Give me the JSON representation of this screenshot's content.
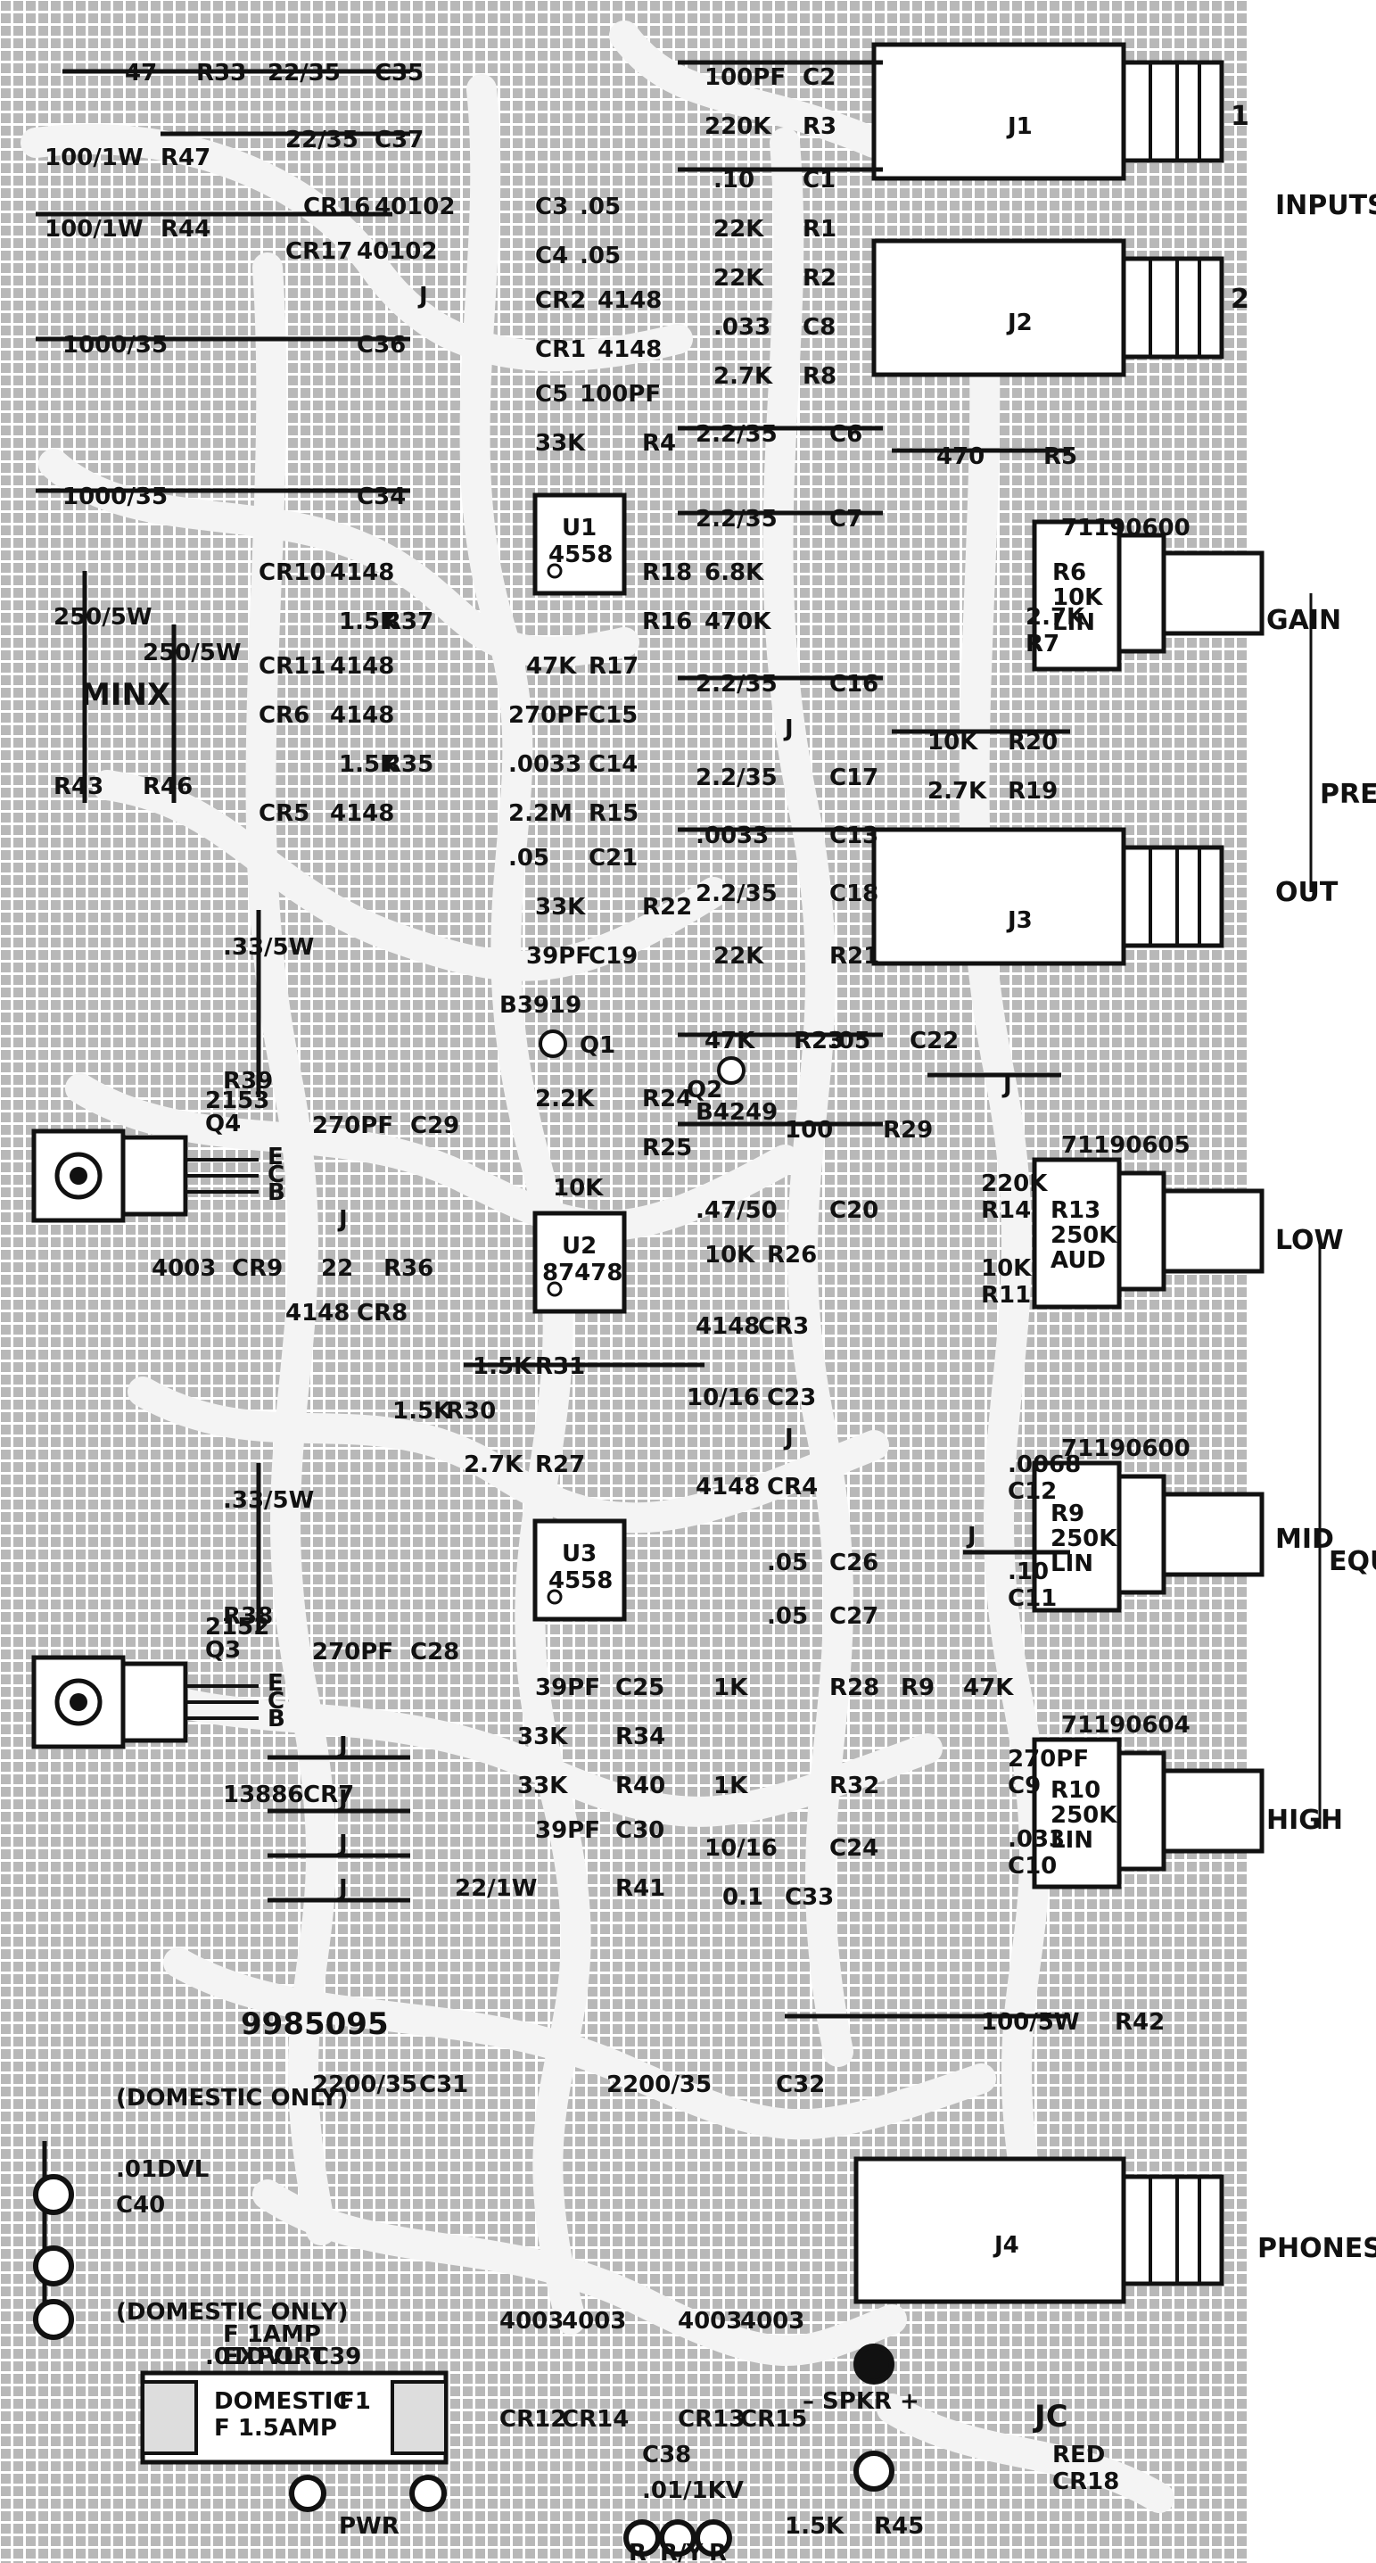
{
  "board": {
    "colors": {
      "paper": "#ffffff",
      "copper": "#b8b8b8",
      "ink": "#111111",
      "trace": "#f4f4f4"
    },
    "watermark": "MINX",
    "board_number": "9985095",
    "initials": "JC"
  },
  "sidebar": {
    "inputs": "INPUTS",
    "jack_1": "1",
    "jack_2": "2",
    "gain": "GAIN",
    "out": "OUT",
    "preamp": "PREAMP",
    "low": "LOW",
    "mid": "MID",
    "high": "HIGH",
    "equalization": "EQUALIZATION",
    "phones": "PHONES"
  },
  "jacks": [
    {
      "ref": "J1"
    },
    {
      "ref": "J2"
    },
    {
      "ref": "J3"
    },
    {
      "ref": "J4"
    }
  ],
  "pots": [
    {
      "ref": "R6",
      "value": "10K",
      "taper": "LIN",
      "part": "71190600"
    },
    {
      "ref": "R13",
      "value": "250K",
      "taper": "AUD",
      "part": "71190605"
    },
    {
      "ref": "R9",
      "value": "250K",
      "taper": "LIN",
      "part": "71190600"
    },
    {
      "ref": "R10",
      "value": "250K",
      "taper": "LIN",
      "part": "71190604"
    }
  ],
  "ics": [
    {
      "ref": "U1",
      "part": "4558"
    },
    {
      "ref": "U2",
      "part": "87478"
    },
    {
      "ref": "U3",
      "part": "4558"
    }
  ],
  "transistors": [
    {
      "ref": "Q4",
      "part": "2153"
    },
    {
      "ref": "Q3",
      "part": "2152"
    },
    {
      "ref": "Q1",
      "part": "B3919"
    },
    {
      "ref": "Q2",
      "part": "B4249"
    }
  ],
  "labels": {
    "c35": "C35",
    "c35v": "22/35",
    "r33": "R33",
    "r33v": "47",
    "c37": "C37",
    "c37v": "22/35",
    "r47": "R47",
    "r47v": "100/1W",
    "r44": "R44",
    "r44v": "100/1W",
    "cr16": "CR16",
    "cr16v": "40102",
    "cr17": "CR17",
    "cr17v": "40102",
    "c36": "C36",
    "c36v": "1000/35",
    "c34": "C34",
    "c34v": "1000/35",
    "r43": "R43",
    "r43v": "250/5W",
    "r46": "R46",
    "r46v": "250/5W",
    "cr10": "CR10",
    "cr10v": "4148",
    "cr11": "CR11",
    "cr11v": "4148",
    "cr6": "CR6",
    "cr6v": "4148",
    "cr5": "CR5",
    "cr5v": "4148",
    "r37": "R37",
    "r37v": "1.5K",
    "r35": "R35",
    "r35v": "1.5K",
    "r39": "R39",
    "r39v": ".33/5W",
    "r38": "R38",
    "r38v": ".33/5W",
    "c3": "C3",
    "c3v": ".05",
    "c4": "C4",
    "c4v": ".05",
    "cr2": "CR2",
    "cr2v": "4148",
    "cr1": "CR1",
    "cr1v": "4148",
    "c5": "C5",
    "c5v": "100PF",
    "r4": "R4",
    "r4v": "33K",
    "r18": "R18",
    "r18v": "6.8K",
    "r16": "R16",
    "r16v": "470K",
    "r17": "R17",
    "r17v": "47K",
    "c15": "C15",
    "c15v": "270PF",
    "c14": "C14",
    "c14v": ".0033",
    "r15": "R15",
    "r15v": "2.2M",
    "c21": "C21",
    "c21v": ".05",
    "r22": "R22",
    "r22v": "33K",
    "c19": "C19",
    "c19v": "39PF",
    "c2": "C2",
    "c2v": "100PF",
    "r3": "R3",
    "r3v": "220K",
    "c1": "C1",
    "c1v": ".10",
    "r1": "R1",
    "r1v": "22K",
    "r2": "R2",
    "r2v": "22K",
    "c8": "C8",
    "c8v": ".033",
    "r8": "R8",
    "r8v": "2.7K",
    "c6": "C6",
    "c6v": "2.2/35",
    "r5": "R5",
    "r5v": "470",
    "c7": "C7",
    "c7v": "2.2/35",
    "r7": "R7",
    "r7v": "2.7K",
    "c16": "C16",
    "c16v": "2.2/35",
    "r20": "R20",
    "r20v": "10K",
    "c17": "C17",
    "c17v": "2.2/35",
    "r19": "R19",
    "r19v": "2.7K",
    "c13": "C13",
    "c13v": ".0033",
    "c18": "C18",
    "c18v": "2.2/35",
    "r21": "R21",
    "r21v": "22K",
    "c22": "C22",
    "c22v": ".05",
    "r23": "R23",
    "r23v": "47K",
    "r29": "R29",
    "r29v": "100",
    "r24": "R24",
    "r24v": "2.2K",
    "r25": "R25",
    "r25v": "10K",
    "c20": "C20",
    "c20v": ".47/50",
    "r14": "R14",
    "r14v": "220K",
    "r11": "R11",
    "r11v": "10K",
    "r26": "R26",
    "r26v": "10K",
    "cr3": "CR3",
    "cr3v": "4148",
    "c23": "C23",
    "c23v": "10/16",
    "cr4": "CR4",
    "cr4v": "4148",
    "c12": "C12",
    "c12v": ".0068",
    "c11": "C11",
    "c11v": ".10",
    "c29": "C29",
    "c29v": "270PF",
    "r36": "R36",
    "r36v": "22",
    "cr9": "CR9",
    "cr9v": "4003",
    "cr8": "CR8",
    "cr8v": "4148",
    "r31": "R31",
    "r31v": "1.5K",
    "r30": "R30",
    "r30v": "1.5K",
    "r27": "R27",
    "r27v": "2.7K",
    "c26": "C26",
    "c26v": ".05",
    "c27": "C27",
    "c27v": ".05",
    "c28": "C28",
    "c28v": "270PF",
    "c25": "C25",
    "c25v": "39PF",
    "r28": "R28",
    "r28v": "1K",
    "r34": "R34",
    "r34v": "33K",
    "r40": "R40",
    "r40v": "33K",
    "r32": "R32",
    "r32v": "1K",
    "c30": "C30",
    "c30v": "39PF",
    "c24": "C24",
    "c24v": "10/16",
    "r41": "R41",
    "r41v": "22/1W",
    "c33": "C33",
    "c33v": "0.1",
    "r9": "R9",
    "r9v": "47K",
    "c9": "C9",
    "c9v": "270PF",
    "c10": "C10",
    "c10v": ".033",
    "cr7": "CR7",
    "cr7v": "13886",
    "r42": "R42",
    "r42v": "100/5W",
    "c31": "C31",
    "c31v": "2200/35",
    "c32": "C32",
    "c32v": "2200/35",
    "c40": "C40",
    "c40v": ".01DVL",
    "c39": "C39",
    "c39v": ".01DVL",
    "domestic_only": "(DOMESTIC ONLY)",
    "cr12": "CR12",
    "cr12v": "4003",
    "cr14": "CR14",
    "cr14v": "4003",
    "cr13": "CR13",
    "cr13v": "4003",
    "cr15": "CR15",
    "cr15v": "4003",
    "spkr": "– SPKR +",
    "c38": "C38",
    "c38v": ".01/1KV",
    "r45": "R45",
    "r45v": "1.5K",
    "cr18": "CR18",
    "cr18v": "RED",
    "fuse_ref": "F1",
    "fuse_domestic": "DOMESTIC",
    "fuse_domestic_v": "F 1.5AMP",
    "fuse_export": "EXPORT",
    "fuse_export_v": "F 1AMP",
    "pwr": "PWR",
    "pad_r": "R",
    "pad_ry": "R/Y",
    "pad_r2": "R",
    "j": "J",
    "pin_e": "E",
    "pin_c": "C",
    "pin_b": "B"
  }
}
